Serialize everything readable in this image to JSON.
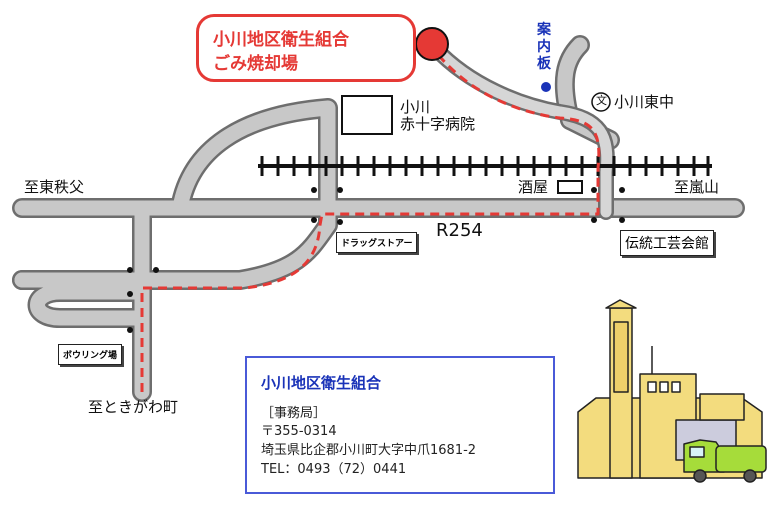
{
  "facility": {
    "line1": "小川地区衛生組合",
    "line2": "ごみ焼却場"
  },
  "labels": {
    "guide_board": "案内板",
    "hospital": "小川\n赤十字病院",
    "hospital_l1": "小川",
    "hospital_l2": "赤十字病院",
    "school_mark": "文",
    "school": "小川東中",
    "to_higashichichibu": "至東秩父",
    "sakaya": "酒屋",
    "to_ranzan": "至嵐山",
    "route": "R254",
    "drugstore": "ドラッグストアー",
    "crafts_hall": "伝統工芸会館",
    "bowling": "ボウリング場",
    "to_tokigawa": "至ときがわ町"
  },
  "info": {
    "title": "小川地区衛生組合",
    "office": "［事務局］",
    "postal": "〒355-0314",
    "address": "埼玉県比企郡小川町大字中爪1681-2",
    "tel": "TEL：0493（72）0441"
  },
  "colors": {
    "road": "#c8c8c8",
    "road_edge": "#6e6e6e",
    "route_line": "#e53935",
    "accent_blue": "#1a33b8",
    "building": "#f3dc7e",
    "truck": "#a6dc3a"
  },
  "icons": [
    "destination-marker-icon",
    "school-icon",
    "railway-icon",
    "incinerator-illustration",
    "garbage-truck-icon"
  ]
}
